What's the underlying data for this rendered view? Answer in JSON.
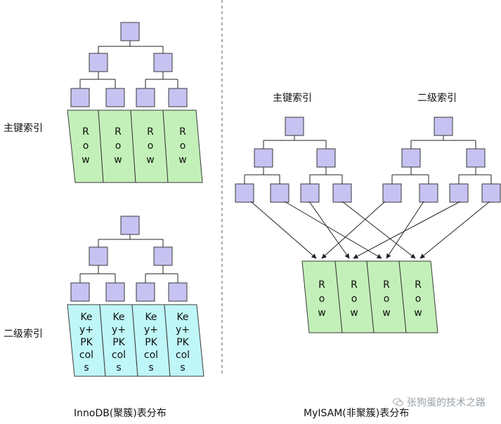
{
  "left_panel": {
    "caption": "InnoDB(聚簇)表分布",
    "primary_label": "主键索引",
    "secondary_label": "二级索引",
    "primary_cell_text": "Row",
    "secondary_cell_lines": [
      "Ke",
      "y+",
      "PK",
      "col",
      "s"
    ]
  },
  "right_panel": {
    "caption": "MyISAM(非聚簇)表分布",
    "primary_label": "主键索引",
    "secondary_label": "二级索引",
    "cell_text": "Row"
  },
  "watermark": {
    "text": "张狗蛋的技术之路",
    "icon": "wechat-icon"
  },
  "colors": {
    "node_fill": "#c6c3f2",
    "node_stroke": "#3a3a3a",
    "row_fill": "#c3f0b8",
    "secondary_fill": "#bff6f8",
    "divider": "#555555"
  }
}
